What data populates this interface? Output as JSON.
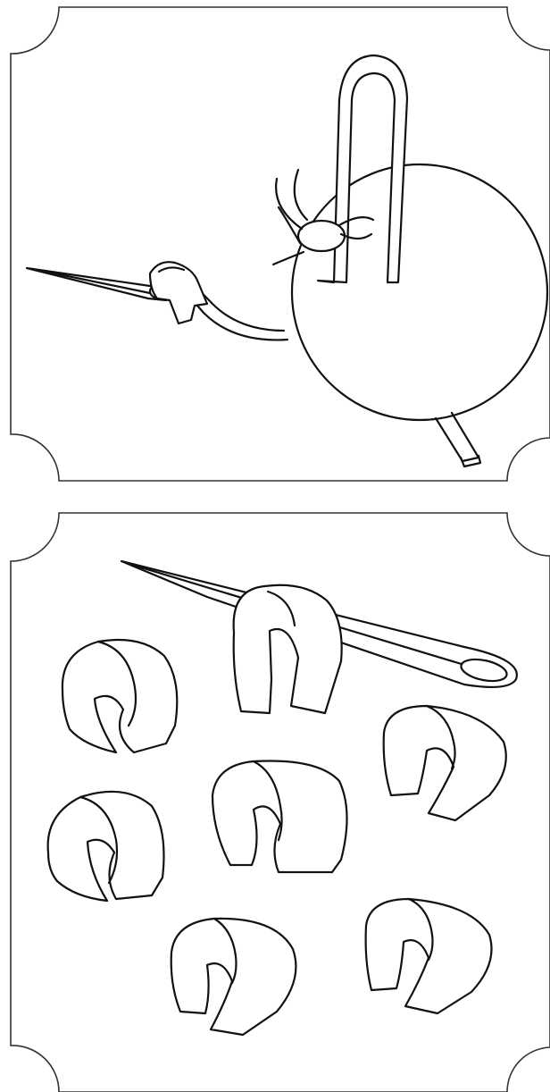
{
  "panels": [
    {
      "name": "top-panel",
      "depicts": [
        "needle-icon",
        "ribbon-icon",
        "ball-icon"
      ]
    },
    {
      "name": "bottom-panel",
      "depicts": [
        "needle-icon",
        "ribbon-loop-icon"
      ],
      "ribbon_loop_count": 7
    }
  ],
  "colors": {
    "ink": "#111111",
    "frame": "#333333",
    "background": "#ffffff"
  }
}
